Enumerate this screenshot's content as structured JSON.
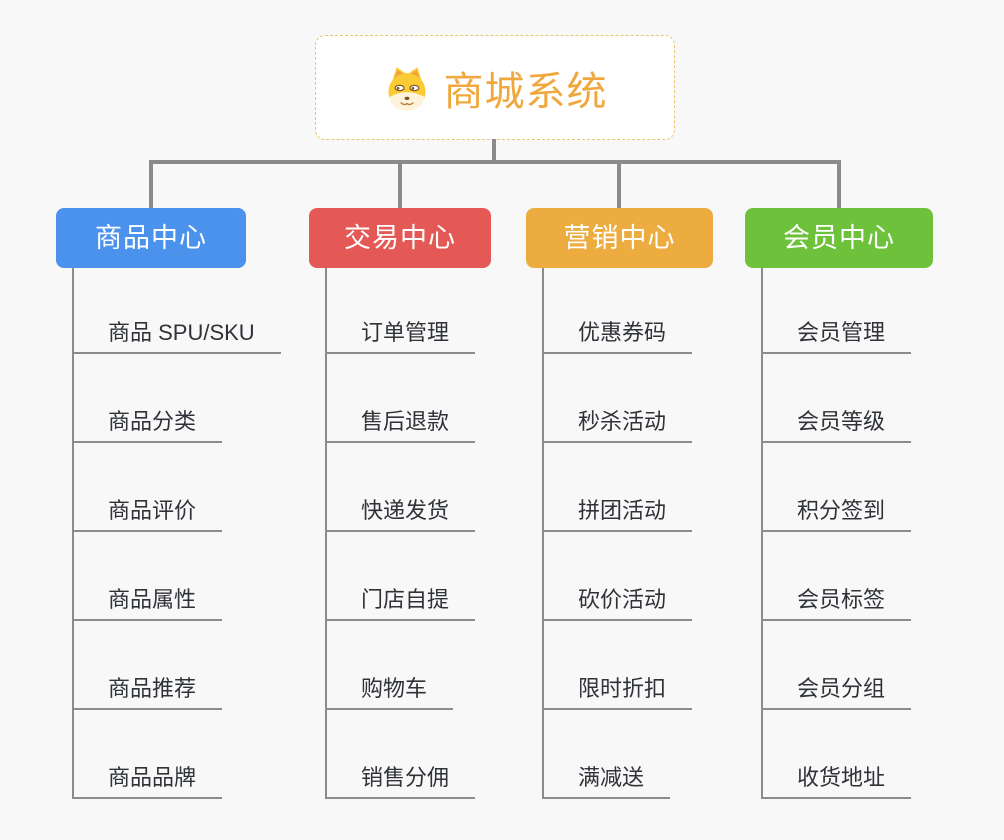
{
  "diagram": {
    "title": "商城系统",
    "root": {
      "label": "商城系统",
      "icon": "dog-face-icon"
    },
    "branches": [
      {
        "label": "商品中心",
        "color": "#4b92ed",
        "children": [
          "商品 SPU/SKU",
          "商品分类",
          "商品评价",
          "商品属性",
          "商品推荐",
          "商品品牌"
        ]
      },
      {
        "label": "交易中心",
        "color": "#e45956",
        "children": [
          "订单管理",
          "售后退款",
          "快递发货",
          "门店自提",
          "购物车",
          "销售分佣"
        ]
      },
      {
        "label": "营销中心",
        "color": "#ecac3f",
        "children": [
          "优惠券码",
          "秒杀活动",
          "拼团活动",
          "砍价活动",
          "限时折扣",
          "满减送"
        ]
      },
      {
        "label": "会员中心",
        "color": "#6ec13a",
        "children": [
          "会员管理",
          "会员等级",
          "积分签到",
          "会员标签",
          "会员分组",
          "收货地址"
        ]
      }
    ],
    "colors": {
      "background": "#f8f8f8",
      "connector": "#8b8b8b",
      "child_line": "#8c8c8c",
      "root_text": "#f0a83e",
      "root_border": "#f0c173",
      "branch_text": "#ffffff",
      "child_text": "#2f3237"
    }
  }
}
